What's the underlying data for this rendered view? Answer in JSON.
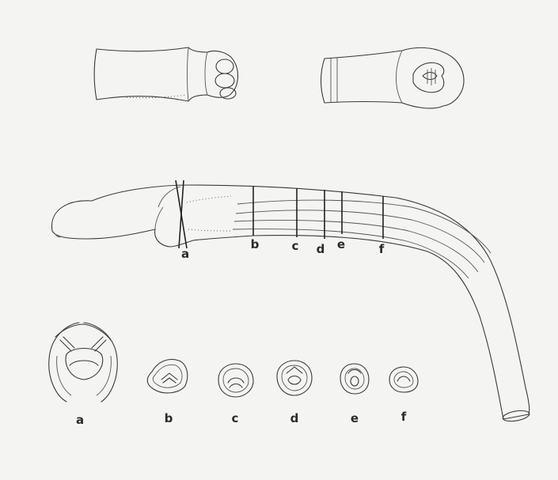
{
  "figure": {
    "section_labels": {
      "a": "a",
      "b": "b",
      "c": "c",
      "d": "d",
      "e": "e",
      "f": "f"
    },
    "cross_section_labels": {
      "a": "a",
      "b": "b",
      "c": "c",
      "d": "d",
      "e": "e",
      "f": "f"
    },
    "colors": {
      "background": "#f4f4f2",
      "ink": "#3a3a3a"
    }
  }
}
